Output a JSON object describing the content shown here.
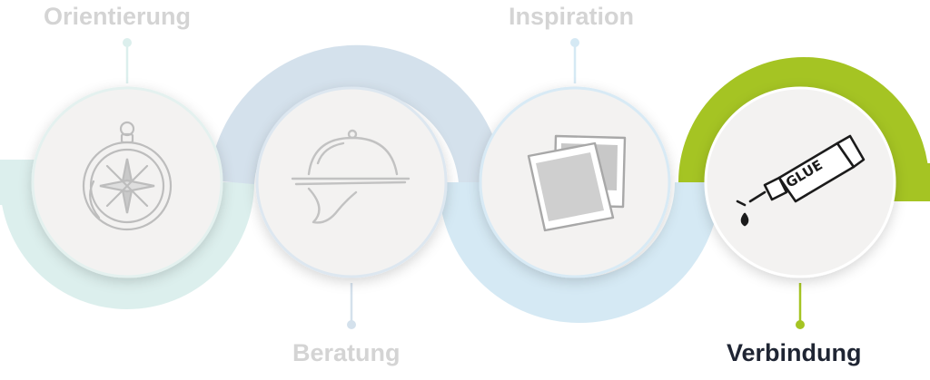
{
  "steps": [
    {
      "label": "Orientierung",
      "icon": "compass-icon",
      "active": false
    },
    {
      "label": "Beratung",
      "icon": "cloche-icon",
      "active": false
    },
    {
      "label": "Inspiration",
      "icon": "photos-icon",
      "active": false
    },
    {
      "label": "Verbindung",
      "icon": "glue-tube-icon",
      "active": true
    }
  ],
  "icon_text": {
    "glue": "GLUE"
  },
  "colors": {
    "inactive_label": "#d4d4d4",
    "active_label": "#1f2533",
    "active_accent": "#a5c423",
    "arc_teal": "#dcefed",
    "arc_blue": "#d4e1ec",
    "arc_lightblue": "#d5e9f4",
    "circle_fill": "#f3f2f1"
  }
}
